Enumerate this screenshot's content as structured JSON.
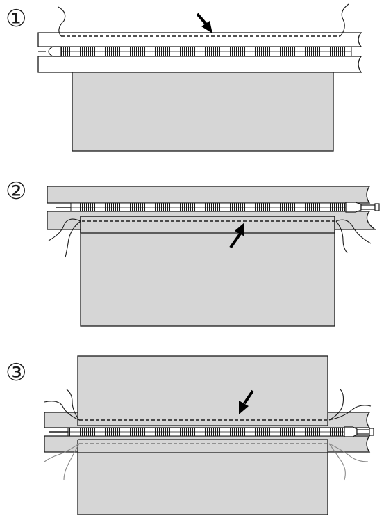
{
  "steps": [
    {
      "label": "①"
    },
    {
      "label": "②"
    },
    {
      "label": "③"
    }
  ],
  "colors": {
    "fabric": "#d6d6d6",
    "outline": "#1a1a1a",
    "stitch_hidden": "#7a7a7a",
    "arrow": "#000000"
  },
  "icons": {
    "arrow": "arrow-icon",
    "zipper": "zipper-icon",
    "slider": "zipper-slider-icon"
  }
}
